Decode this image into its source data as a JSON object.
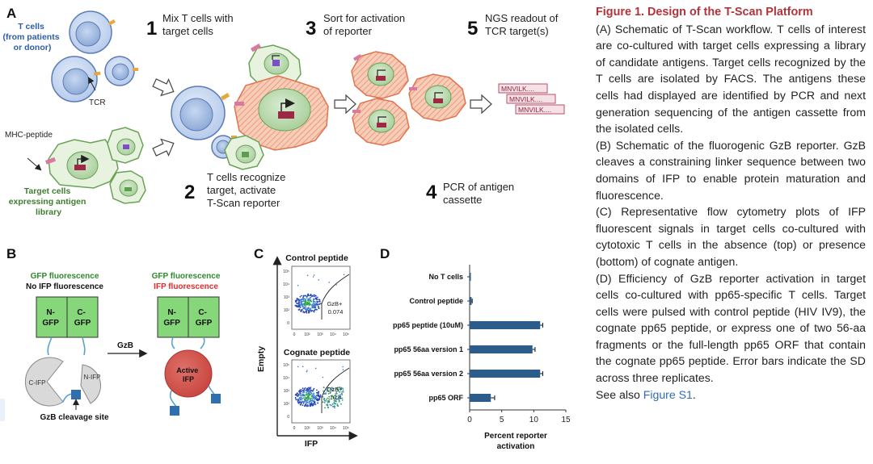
{
  "panelA": {
    "letter": "A",
    "tcells_label": [
      "T cells",
      "(from patients",
      "or donor)"
    ],
    "tcr_label": "TCR",
    "mhc_label": "MHC-peptide",
    "target_label": [
      "Target cells",
      "expressing antigen",
      "library"
    ],
    "steps": [
      {
        "num": "1",
        "lines": [
          "Mix T cells with",
          "target cells"
        ]
      },
      {
        "num": "2",
        "lines": [
          "T cells recognize",
          "target, activate",
          "T-Scan reporter"
        ]
      },
      {
        "num": "3",
        "lines": [
          "Sort for activation",
          "of reporter"
        ]
      },
      {
        "num": "4",
        "lines": [
          "PCR of antigen",
          "cassette"
        ]
      },
      {
        "num": "5",
        "lines": [
          "NGS readout of",
          "TCR target(s)"
        ]
      }
    ],
    "reads": [
      "MNVILK....",
      "MNVILK....",
      "MNVILK...."
    ]
  },
  "panelB": {
    "letter": "B",
    "left_title1": "GFP fluorescence",
    "left_title2": "No IFP fluorescence",
    "right_title1": "GFP fluorescence",
    "right_title2": "IFP fluorescence",
    "ngfp": [
      "N-",
      "GFP"
    ],
    "cgfp": [
      "C-",
      "GFP"
    ],
    "cifp": "C-IFP",
    "nifp": "N-IFP",
    "active": [
      "Active",
      "IFP"
    ],
    "gzb": "GzB",
    "cleavage": "GzB cleavage site"
  },
  "panelC": {
    "letter": "C",
    "top_title": "Control peptide",
    "bottom_title": "Cognate peptide",
    "ylabel": "Empty",
    "xlabel": "IFP",
    "top_gate": [
      "GzB+",
      "0.074"
    ],
    "bottom_gate": [
      "GzB+",
      "10.4"
    ],
    "tick_labels": [
      "0",
      "10²",
      "10³",
      "10⁴",
      "10⁵"
    ]
  },
  "chart_data": {
    "type": "bar",
    "orientation": "horizontal",
    "categories": [
      "No T cells",
      "Control peptide",
      "pp65 peptide (10uM)",
      "pp65 56aa version 1",
      "pp65 56aa version 2",
      "pp65 ORF"
    ],
    "values": [
      0.05,
      0.3,
      11.0,
      9.8,
      11.0,
      3.3
    ],
    "errors": [
      0.0,
      0.1,
      0.4,
      0.4,
      0.4,
      0.6
    ],
    "xlim": [
      0,
      15
    ],
    "xticks": [
      0,
      5,
      10,
      15
    ],
    "xlabel": [
      "Percent reporter",
      "activation"
    ],
    "title": "",
    "ylabel": "",
    "panel_letter": "D",
    "bar_color": "#2c5d8a"
  },
  "caption": {
    "title": "Figure 1.  Design of the T-Scan Platform",
    "a": "(A) Schematic of T-Scan workflow. T cells of interest are co-cultured with target cells expressing a library of candidate antigens. Target cells recognized by the T cells are isolated by FACS. The antigens these cells had displayed are identified by PCR and next generation sequencing of the antigen cassette from the isolated cells.",
    "b": "(B) Schematic of the fluorogenic GzB reporter. GzB cleaves a constraining linker sequence between two domains of IFP to enable protein maturation and fluorescence.",
    "c": "(C) Representative flow cytometry plots of IFP fluorescent signals in target cells co-cultured with cytotoxic T cells in the absence (top) or presence (bottom) of cognate antigen.",
    "d": "(D) Efficiency of GzB reporter activation in target cells co-cultured with pp65-specific T cells. Target cells were pulsed with control peptide (HIV IV9), the cognate pp65 peptide, or express one of two 56-aa fragments or the full-length pp65 ORF that contain the cognate pp65 peptide. Error bars indicate the SD across three replicates.",
    "see_also_prefix": "See also ",
    "see_also_link": "Figure S1",
    "see_also_suffix": "."
  }
}
